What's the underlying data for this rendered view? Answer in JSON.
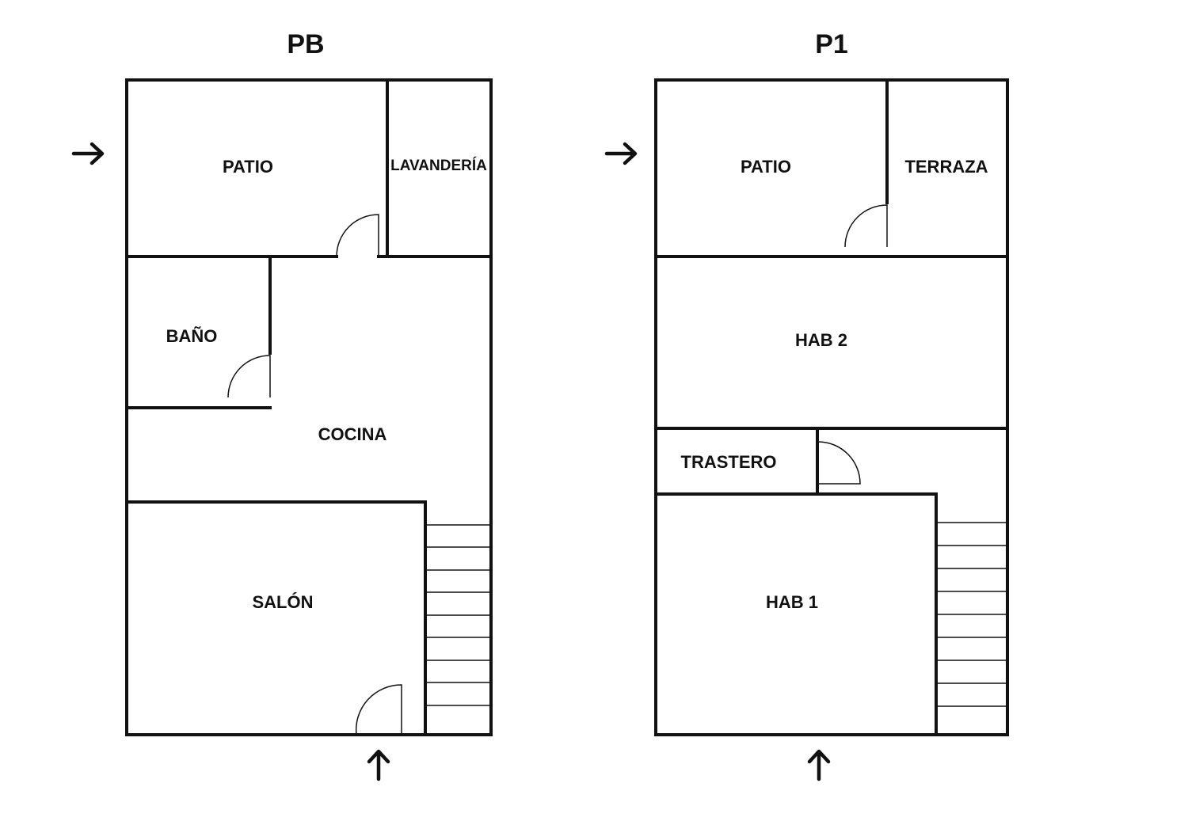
{
  "floors": {
    "pb": {
      "title": "PB",
      "rooms": {
        "patio": "PATIO",
        "lavanderia": "LAVANDERÍA",
        "bano": "BAÑO",
        "cocina": "COCINA",
        "salon": "SALÓN"
      }
    },
    "p1": {
      "title": "P1",
      "rooms": {
        "patio": "PATIO",
        "terraza": "TERRAZA",
        "hab2": "HAB 2",
        "trastero": "TRASTERO",
        "hab1": "HAB 1"
      }
    }
  }
}
